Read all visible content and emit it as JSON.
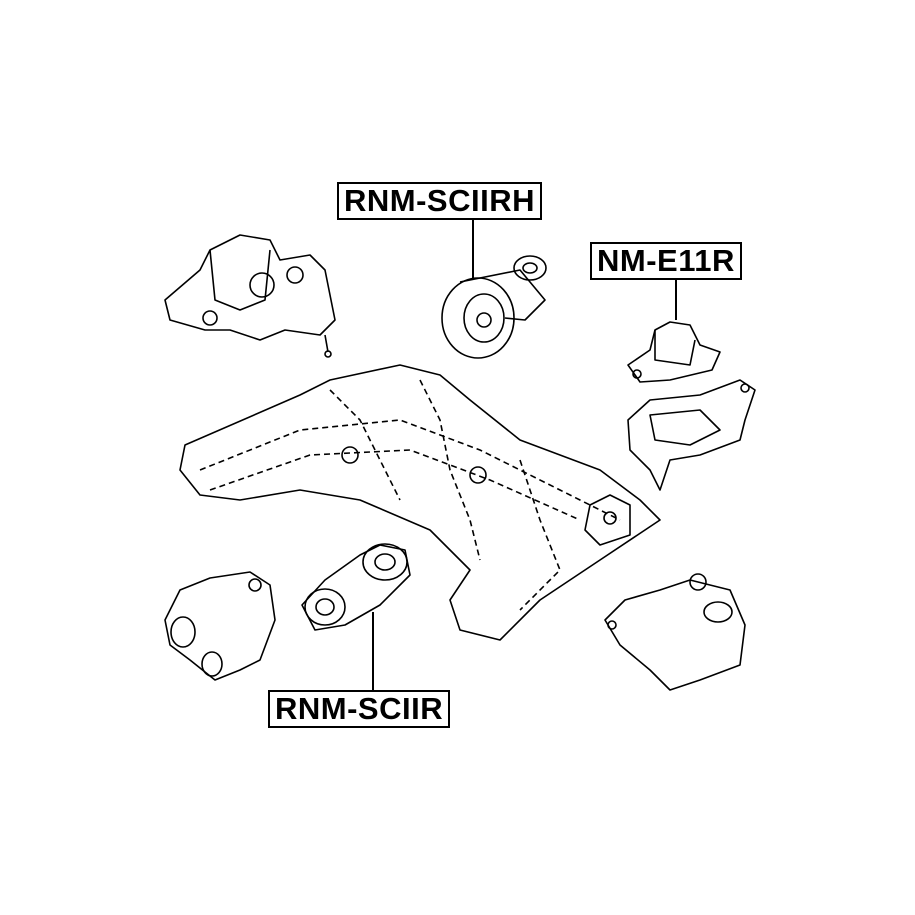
{
  "diagram": {
    "labels": {
      "top_center": "RNM-SCIIRH",
      "top_right": "NM-E11R",
      "bottom_center": "RNM-SCIIR"
    },
    "colors": {
      "line": "#000000",
      "background": "#ffffff"
    }
  }
}
